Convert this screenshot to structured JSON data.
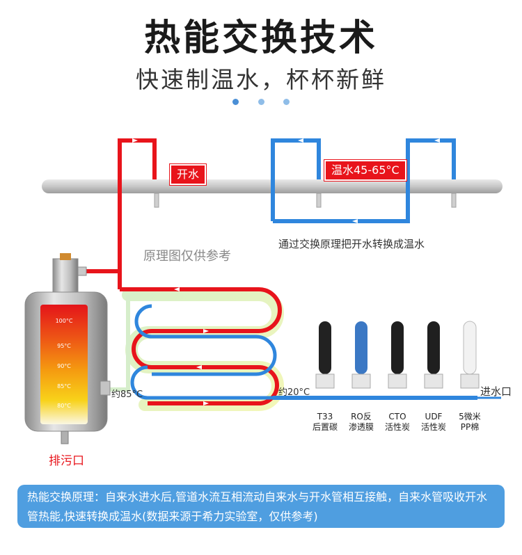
{
  "header": {
    "title": "热能交换技术",
    "subtitle": "快速制温水，杯杯新鲜"
  },
  "tags": {
    "boiling": "开水",
    "warm": "温水45-65°C"
  },
  "labels": {
    "watermark": "原理图仅供参考",
    "exchange_note": "通过交换原理把开水转换成温水",
    "about_85": "约85°C",
    "about_20": "约20°C",
    "inlet": "进水口",
    "drain": "排污口"
  },
  "tank_levels": [
    "100°C",
    "95°C",
    "90°C",
    "85°C",
    "80°C"
  ],
  "filters": [
    {
      "line1": "T33",
      "line2": "后置碳"
    },
    {
      "line1": "RO反",
      "line2": "渗透膜"
    },
    {
      "line1": "CTO",
      "line2": "活性炭"
    },
    {
      "line1": "UDF",
      "line2": "活性炭"
    },
    {
      "line1": "5微米",
      "line2": "PP棉"
    }
  ],
  "info": {
    "text": "热能交换原理：自来水进水后,管道水流互相流动自来水与开水管相互接触，自来水管吸收开水管热能,快速转换成温水(数据来源于希力实验室，仅供参考)"
  },
  "colors": {
    "hot": "#e8141b",
    "cold": "#2f86dd",
    "info_bg": "#4f9ee0"
  }
}
